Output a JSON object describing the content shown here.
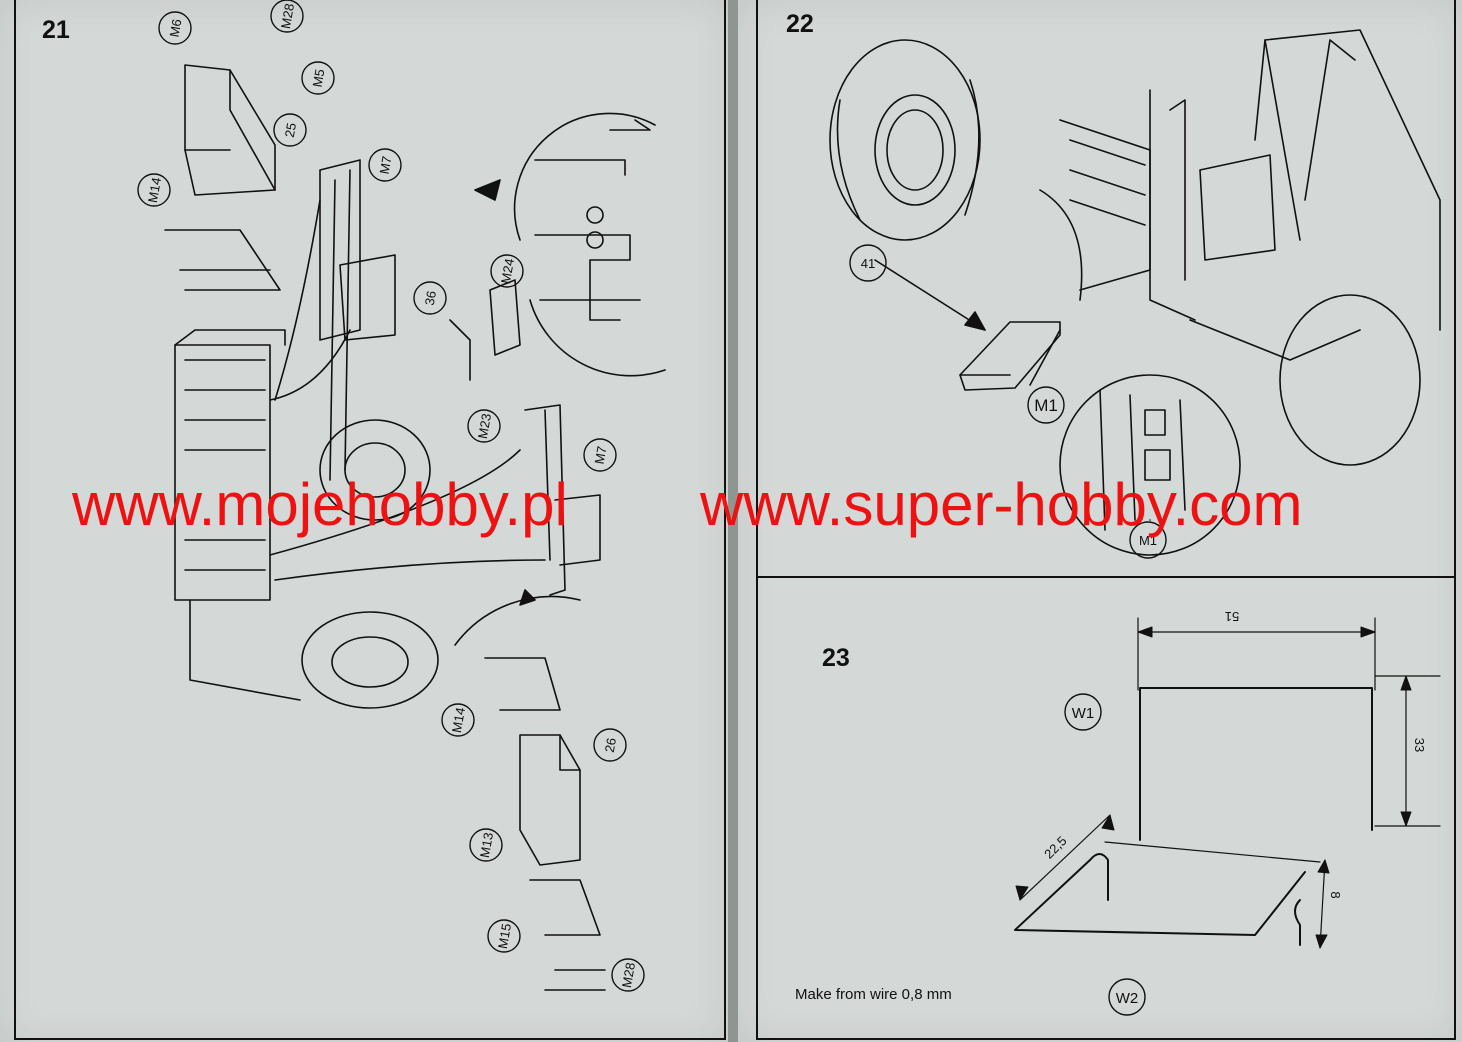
{
  "steps": {
    "s21": "21",
    "s22": "22",
    "s23": "23"
  },
  "labels_step21": [
    "M6",
    "M28",
    "M5",
    "25",
    "M7",
    "M14",
    "36",
    "M24",
    "M23",
    "M7",
    "M14",
    "26",
    "M13",
    "M15",
    "M28"
  ],
  "labels_step22": [
    "41",
    "M1",
    "M1"
  ],
  "labels_step23": [
    "W1",
    "W2"
  ],
  "dimensions": {
    "d51": "51",
    "d33": "33",
    "d22_5": "22,5",
    "d8": "8"
  },
  "note": "Make from wire 0,8 mm",
  "watermark": {
    "left": "www.mojehobby.pl",
    "right": "www.super-hobby.com",
    "color": "#ee1111"
  },
  "colors": {
    "paper": "#d4d8d6",
    "ink": "#111111",
    "background": "#8f9590"
  }
}
